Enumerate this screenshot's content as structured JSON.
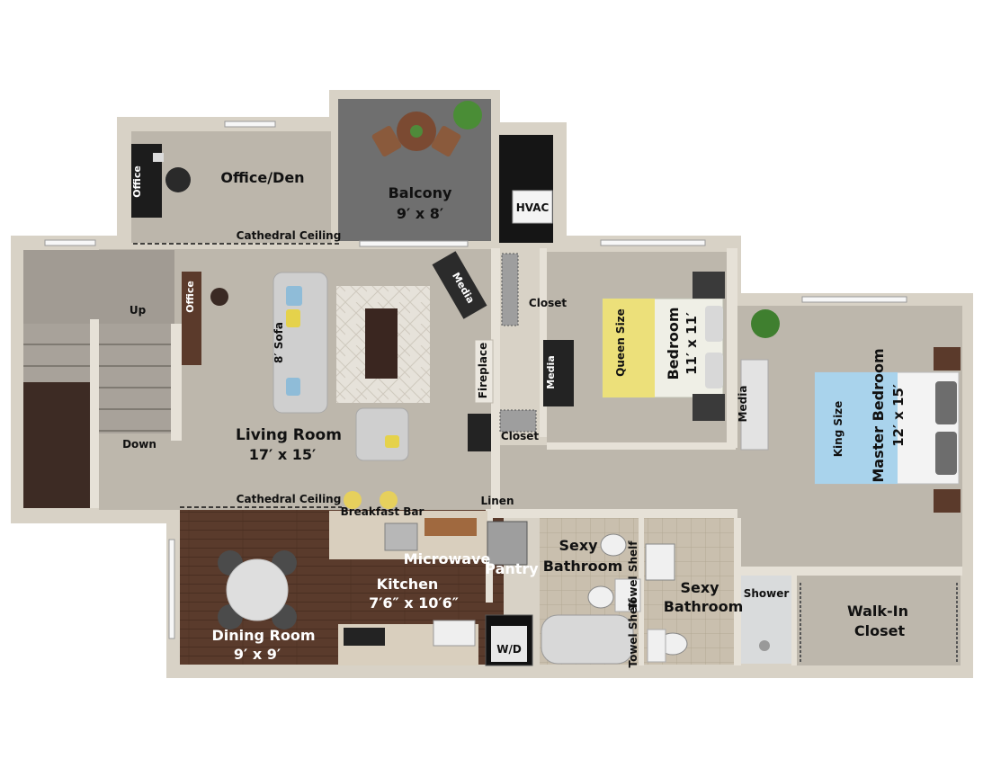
{
  "rooms": {
    "office_den": "Office/Den",
    "balcony_name": "Balcony",
    "balcony_size": "9′ x 8′",
    "hvac": "HVAC",
    "living_name": "Living Room",
    "living_size": "17′ x 15′",
    "bedroom_name": "Bedroom",
    "bedroom_size": "11′ x 11′",
    "master_name": "Master Bedroom",
    "master_size": "12′ x 15′",
    "kitchen_name": "Kitchen",
    "kitchen_size": "7′6″ x 10′6″",
    "dining_name": "Dining Room",
    "dining_size": "9′ x 9′",
    "bath1": [
      "Sexy",
      "Bathroom"
    ],
    "bath2": [
      "Sexy",
      "Bathroom"
    ],
    "walkin": [
      "Walk-In",
      "Closet"
    ]
  },
  "labels": {
    "office_desk_1": "Office",
    "office_desk_2": "Office",
    "cathedral_top": "Cathedral Ceiling",
    "cathedral_bottom": "Cathedral Ceiling",
    "stairs_up": "Up",
    "stairs_down": "Down",
    "sofa": "8′ Sofa",
    "media_living": "Media",
    "fireplace": "Fireplace",
    "closet_top": "Closet",
    "closet_bottom": "Closet",
    "media_bedroom": "Media",
    "queen": "Queen Size",
    "media_master": "Media",
    "king": "King Size",
    "linen": "Linen",
    "breakfast_bar": "Breakfast Bar",
    "microwave": "Microwave",
    "pantry": "Pantry",
    "wd": "W/D",
    "shower": "Shower",
    "towel_shelf_1": "Towel Shelf",
    "towel_shelf_2": "Towel Shelf"
  }
}
